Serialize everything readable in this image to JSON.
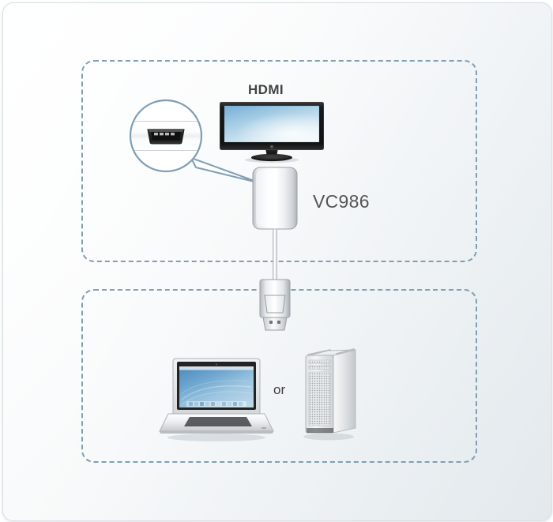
{
  "card": {
    "background_color": "#f4f7f8",
    "border_color": "#d9dfe3"
  },
  "groups": [
    {
      "name": "display-group",
      "note": "top dashed region containing the HDMI display, magnifier and VC986 adapter"
    },
    {
      "name": "source-group",
      "note": "bottom dashed region containing the laptop and desktop tower sources"
    }
  ],
  "labels": {
    "hdmi": "HDMI",
    "product": "VC986",
    "or": "or"
  },
  "colors": {
    "dashed_border": "#7f9fb4",
    "magnifier_stroke": "#7f9fb4",
    "screen_blue": "#9ec6e0",
    "text": "#4b4b4b",
    "bezel_black": "#1b1b1b",
    "device_silver": "#d7dadd"
  },
  "devices": {
    "display": {
      "name": "hdmi-display",
      "label": "HDMI",
      "port": "hdmi-port"
    },
    "adapter": {
      "name": "vc986-adapter",
      "label": "VC986",
      "cable_end": "displayport-connector"
    },
    "laptop": {
      "name": "laptop-computer"
    },
    "tower": {
      "name": "desktop-tower-computer"
    }
  },
  "magnifier": {
    "name": "hdmi-port-magnifier",
    "shows": "hdmi-port-closeup"
  }
}
